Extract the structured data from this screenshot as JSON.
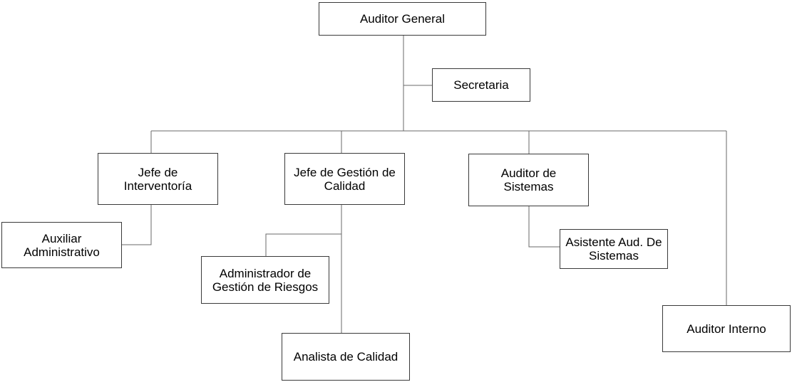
{
  "org_chart": {
    "auditor_general": "Auditor General",
    "secretaria": "Secretaria",
    "jefe_interventoria": "Jefe de\nInterventoría",
    "auxiliar_administrativo": "Auxiliar\nAdministrativo",
    "jefe_gestion_calidad": "Jefe de Gestión de\nCalidad",
    "administrador_riesgos": "Administrador de\nGestión de Riesgos",
    "analista_calidad": "Analista de Calidad",
    "auditor_sistemas": "Auditor de\nSistemas",
    "asistente_sistemas": "Asistente Aud. De\nSistemas",
    "auditor_interno": "Auditor Interno"
  }
}
